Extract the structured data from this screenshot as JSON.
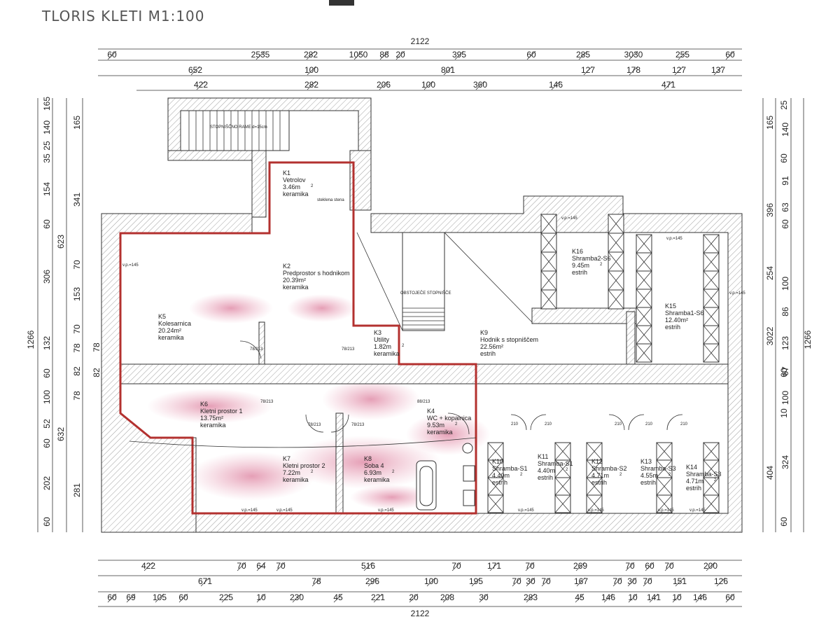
{
  "title": "TLORIS KLETI  M1:100",
  "stair_label": "STOPNIŠČNO RAME d=15cm",
  "stair_void_label": "OBSTOJEČE STOPNIŠČE",
  "glass_wall_label": "steklena stena",
  "rooms": [
    {
      "id": "K1",
      "name": "Vetrolov",
      "area": "3.46m",
      "unit": "2",
      "finish": "keramika"
    },
    {
      "id": "K2",
      "name": "Predprostor s hodnikom",
      "area": "20.39m²",
      "finish": "keramika"
    },
    {
      "id": "K3",
      "name": "Utility",
      "area": "1.82m",
      "unit": "2",
      "finish": "keramika"
    },
    {
      "id": "K4",
      "name": "WC + kopalnica",
      "area": "9.53m",
      "unit": "2",
      "finish": "keramika"
    },
    {
      "id": "K5",
      "name": "Kolesarnica",
      "area": "20.24m²",
      "finish": "keramika"
    },
    {
      "id": "K6",
      "name": "Kletni prostor 1",
      "area": "13.75m²",
      "finish": "keramika"
    },
    {
      "id": "K7",
      "name": "Kletni prostor 2",
      "area": "7.22m",
      "unit": "2",
      "finish": "keramika"
    },
    {
      "id": "K8",
      "name": "Soba 4",
      "area": "6.93m",
      "unit": "2",
      "finish": "keramika"
    },
    {
      "id": "K9",
      "name": "Hodnik  s stopniščem",
      "area": "22.56m²",
      "finish": "estrih"
    },
    {
      "id": "K10",
      "name": "Shramba-S1",
      "area": "4.40m",
      "unit": "2",
      "finish": "estrih"
    },
    {
      "id": "K11",
      "name": "Shramba-S1",
      "area": "4.40m",
      "unit": "2",
      "finish": "estrih"
    },
    {
      "id": "K12",
      "name": "Shramba-S2",
      "area": "4.71m",
      "unit": "2",
      "finish": "estrih"
    },
    {
      "id": "K13",
      "name": "Shramba-S3",
      "area": "4.55m",
      "unit": "2",
      "finish": "estrih"
    },
    {
      "id": "K14",
      "name": "Shramba-S3",
      "area": "4.71m",
      "unit": "2",
      "finish": "estrih"
    },
    {
      "id": "K15",
      "name": "Shramba1-S6",
      "area": "12.40m²",
      "finish": "estrih"
    },
    {
      "id": "K16",
      "name": "Shramba2-S6",
      "area": "9.45m",
      "unit": "2",
      "finish": "estrih"
    }
  ],
  "dims_top": {
    "total": "2122",
    "row1": [
      "60",
      "2535",
      "282",
      "1050",
      "88",
      "20",
      "395",
      "60",
      "285",
      "3030",
      "255",
      "60"
    ],
    "row2": [
      "652",
      "100",
      "801",
      "127",
      "178",
      "127",
      "137"
    ],
    "row3": [
      "422",
      "282",
      "206",
      "100",
      "360",
      "146",
      "471"
    ]
  },
  "dims_bottom": {
    "row1": [
      "422",
      "70",
      "64",
      "70",
      "516",
      "70",
      "171",
      "70",
      "269",
      "70",
      "60",
      "70",
      "200"
    ],
    "row2": [
      "671",
      "78",
      "296",
      "100",
      "195",
      "70",
      "30",
      "70",
      "167",
      "70",
      "30",
      "70",
      "151",
      "126"
    ],
    "row3": [
      "60",
      "69",
      "105",
      "60",
      "225",
      "10",
      "230",
      "45",
      "221",
      "20",
      "208",
      "30",
      "283",
      "45",
      "146",
      "10",
      "141",
      "10",
      "146",
      "60"
    ],
    "total": "2122"
  },
  "dims_left": {
    "outer": "1266",
    "col1": [
      "165",
      "140",
      "25",
      "35",
      "154",
      "60",
      "306",
      "132",
      "60",
      "100",
      "52",
      "60",
      "202",
      "60"
    ],
    "col2": [
      "623",
      "632"
    ],
    "col3": [
      "165",
      "341",
      "70",
      "153",
      "70",
      "78",
      "82",
      "78",
      "281"
    ],
    "col4": [
      "78",
      "82"
    ]
  },
  "dims_right": {
    "outer": "1266",
    "col1": [
      "165",
      "396",
      "254",
      "3022",
      "404"
    ],
    "col2": [
      "140",
      "91",
      "63",
      "60",
      "100",
      "86",
      "123",
      "67",
      "100",
      "324"
    ],
    "col3": [
      "25",
      "60",
      "60",
      "10",
      "60"
    ]
  },
  "window_labels": [
    "v.p.=145",
    "v.p.=145",
    "v.p.=145",
    "v.p.=145",
    "v.p.=145",
    "v.p.=145",
    "v.p.=145",
    "v.p.=145",
    "v.p.=145",
    "v.p.=145",
    "v.p.=145"
  ],
  "door_labels": [
    "78/213",
    "78/213",
    "78/213",
    "88/213",
    "78/213",
    "78/213",
    "210",
    "210",
    "210",
    "210",
    "210"
  ]
}
